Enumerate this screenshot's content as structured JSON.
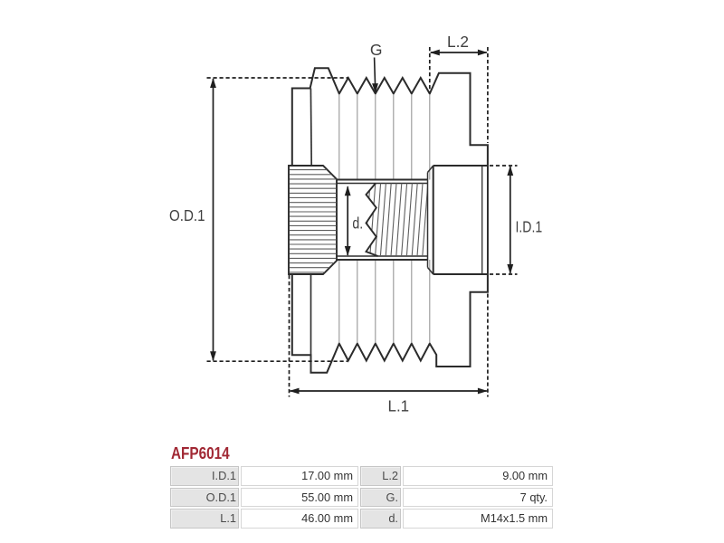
{
  "page": {
    "background": "#ffffff"
  },
  "part": {
    "code": "AFP6014",
    "code_color": "#a12834"
  },
  "drawing": {
    "labels": {
      "g": "G",
      "l2": "L.2",
      "od1": "O.D.1",
      "id1": "I.D.1",
      "d": "d.",
      "l1": "L.1"
    }
  },
  "spec_table": {
    "rows": [
      {
        "cells": [
          {
            "label": "I.D.1",
            "value": "17.00 mm"
          },
          {
            "label": "L.2",
            "value": "9.00 mm"
          }
        ]
      },
      {
        "cells": [
          {
            "label": "O.D.1",
            "value": "55.00 mm"
          },
          {
            "label": "G.",
            "value": "7 qty."
          }
        ]
      },
      {
        "cells": [
          {
            "label": "L.1",
            "value": "46.00 mm"
          },
          {
            "label": "d.",
            "value": "M14x1.5 mm"
          }
        ]
      }
    ]
  }
}
